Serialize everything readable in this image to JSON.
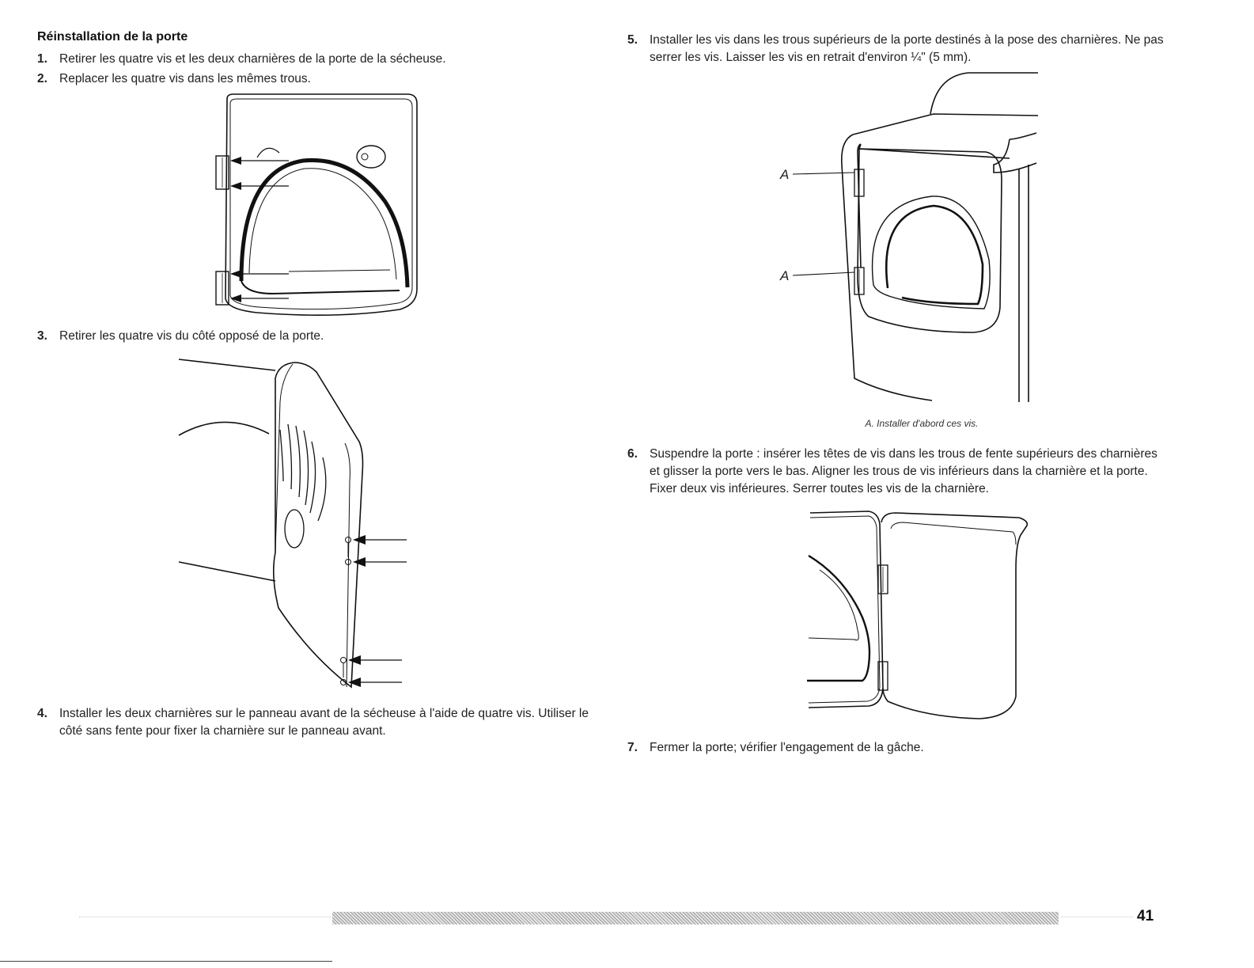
{
  "heading": "Réinstallation de la porte",
  "steps": [
    {
      "num": "1.",
      "text": "Retirer les quatre vis et les deux charnières de la porte de la sécheuse."
    },
    {
      "num": "2.",
      "text": "Replacer les quatre vis dans les mêmes trous."
    },
    {
      "num": "3.",
      "text": "Retirer les quatre vis du côté opposé de la porte."
    },
    {
      "num": "4.",
      "text": "Installer les deux charnières sur le panneau avant de la sécheuse à l'aide de quatre vis. Utiliser le côté sans fente pour fixer la charnière sur le panneau avant."
    },
    {
      "num": "5.",
      "text": "Installer les vis dans les trous supérieurs de la porte destinés à la pose des charnières. Ne pas serrer les vis. Laisser les vis en retrait d'environ ¼\" (5 mm)."
    },
    {
      "num": "6.",
      "text": "Suspendre la porte : insérer les têtes de vis dans les trous de fente supérieurs des charnières et glisser la porte vers le bas. Aligner les trous de vis inférieurs dans la charnière et la porte. Fixer deux vis inférieures. Serrer toutes les vis de la charnière."
    },
    {
      "num": "7.",
      "text": "Fermer la porte; vérifier l'engagement de la gâche."
    }
  ],
  "figure_labels": {
    "hinge_label": "A"
  },
  "caption": "A. Installer d'abord ces vis.",
  "page_number": "41"
}
